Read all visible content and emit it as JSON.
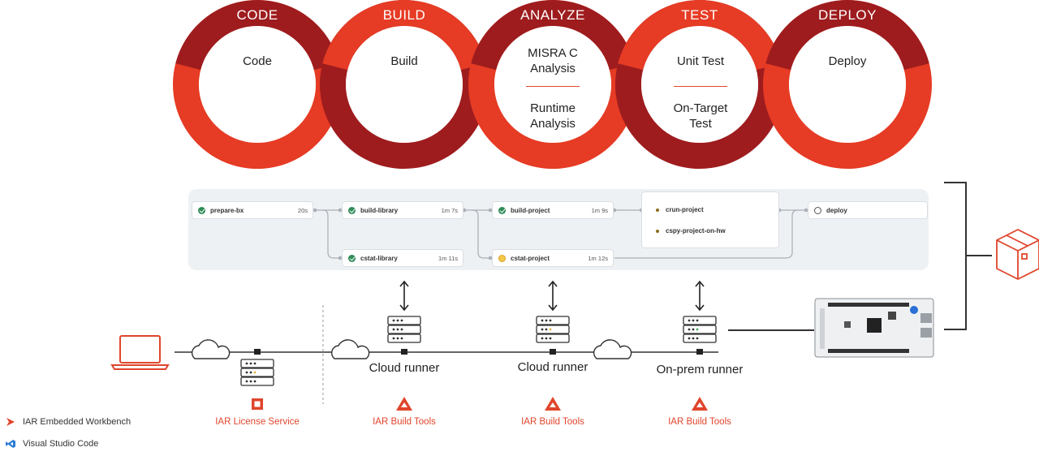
{
  "stages": [
    {
      "title": "CODE",
      "lines": [
        "Code"
      ],
      "lines2": []
    },
    {
      "title": "BUILD",
      "lines": [
        "Build"
      ],
      "lines2": []
    },
    {
      "title": "ANALYZE",
      "lines": [
        "MISRA C",
        "Analysis"
      ],
      "lines2": [
        "Runtime",
        "Analysis"
      ]
    },
    {
      "title": "TEST",
      "lines": [
        "Unit Test"
      ],
      "lines2": [
        "On-Target",
        "Test"
      ]
    },
    {
      "title": "DEPLOY",
      "lines": [
        "Deploy"
      ],
      "lines2": []
    }
  ],
  "colors": {
    "accent": "#e0452c",
    "dark_red": "#9e1c1e",
    "bright_red": "#e63b24"
  },
  "pipeline": {
    "jobs": {
      "prepare": {
        "name": "prepare-bx",
        "time": "20s",
        "status": "success"
      },
      "build_library": {
        "name": "build-library",
        "time": "1m 7s",
        "status": "success"
      },
      "cstat_library": {
        "name": "cstat-library",
        "time": "1m 11s",
        "status": "success"
      },
      "build_project": {
        "name": "build-project",
        "time": "1m 9s",
        "status": "success"
      },
      "cstat_project": {
        "name": "cstat-project",
        "time": "1m 12s",
        "status": "warning"
      },
      "crun_project": {
        "name": "crun-project",
        "status": "pending"
      },
      "cspy_project": {
        "name": "cspy-project-on-hw",
        "status": "pending"
      },
      "deploy": {
        "name": "deploy",
        "status": "created"
      }
    }
  },
  "runners": [
    {
      "label": "Cloud runner",
      "tools": "IAR Build Tools"
    },
    {
      "label": "Cloud runner",
      "tools": "IAR Build Tools"
    },
    {
      "label": "On-prem runner",
      "tools": "IAR Build Tools"
    }
  ],
  "license_service": "IAR License Service",
  "legend": [
    {
      "label": "IAR Embedded Workbench",
      "icon": "iar-chevron-icon"
    },
    {
      "label": "Visual Studio Code",
      "icon": "vscode-icon"
    }
  ],
  "icons": [
    "laptop-icon",
    "cloud-icon",
    "server-icon",
    "board-icon",
    "package-icon",
    "iar-build-tools-icon",
    "iar-license-icon"
  ]
}
